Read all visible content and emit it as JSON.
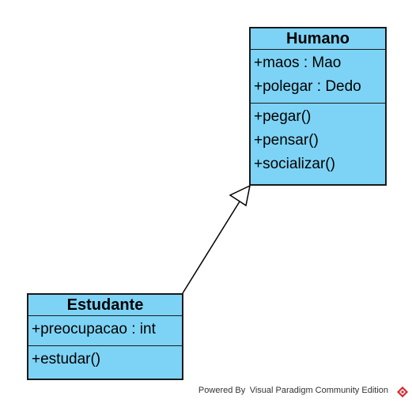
{
  "classes": {
    "humano": {
      "name": "Humano",
      "attributes": [
        "+maos : Mao",
        "+polegar : Dedo"
      ],
      "operations": [
        "+pegar()",
        "+pensar()",
        "+socializar()"
      ]
    },
    "estudante": {
      "name": "Estudante",
      "attributes": [
        "+preocupacao : int"
      ],
      "operations": [
        "+estudar()"
      ]
    }
  },
  "relationships": [
    {
      "type": "generalization",
      "from": "Estudante",
      "to": "Humano"
    }
  ],
  "footer": {
    "text": "Powered By Visual Paradigm Community Edition"
  },
  "colors": {
    "class_fill": "#7dd3f5",
    "border": "#1a1a1a",
    "logo_red": "#d9262c"
  }
}
